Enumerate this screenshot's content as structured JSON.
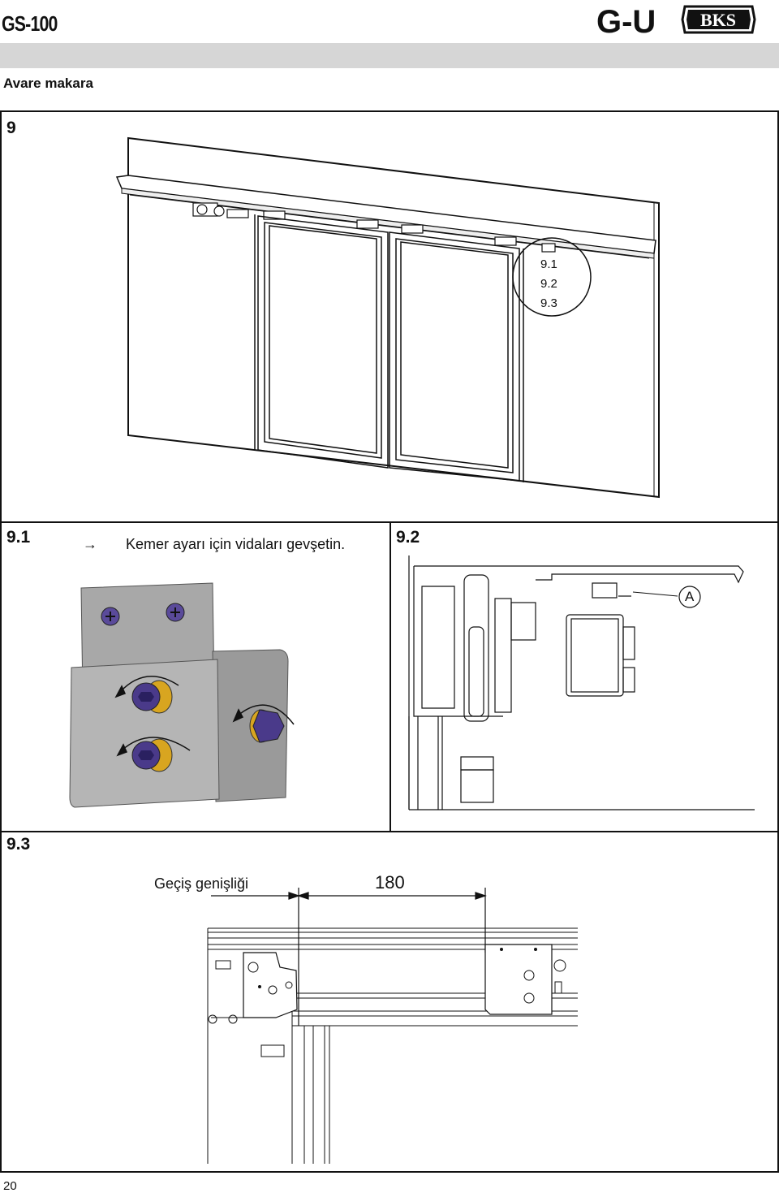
{
  "header": {
    "product": "GS-100",
    "logos": [
      "G-U",
      "BKS"
    ]
  },
  "section": {
    "title": "Avare makara"
  },
  "figure9": {
    "number": "9",
    "callouts": [
      "9.1",
      "9.2",
      "9.3"
    ]
  },
  "figure9_1": {
    "number": "9.1",
    "arrow_icon": "right-arrow-icon",
    "instruction": "Kemer ayarı için vidaları gevşetin."
  },
  "figure9_2": {
    "number": "9.2",
    "callout": "A"
  },
  "figure9_3": {
    "number": "9.3",
    "label": "Geçiş genişliği",
    "dimension": "180"
  },
  "footer": {
    "page": "20"
  }
}
